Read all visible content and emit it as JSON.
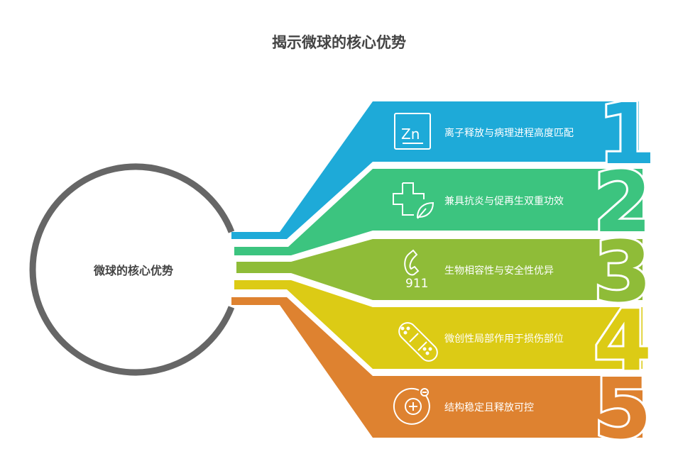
{
  "title": "揭示微球的核心优势",
  "center_label": "微球的核心优势",
  "items": [
    {
      "number": "1",
      "label": "离子释放与病理进程高度匹配",
      "icon": "zinc-element-icon",
      "icon_text": "Zn",
      "color": "#1eaad8"
    },
    {
      "number": "2",
      "label": "兼具抗炎与促再生双重功效",
      "icon": "medical-cross-leaf-icon",
      "color": "#3cc47f"
    },
    {
      "number": "3",
      "label": "生物相容性与安全性优异",
      "icon": "emergency-phone-icon",
      "icon_text": "911",
      "color": "#8fbc38"
    },
    {
      "number": "4",
      "label": "微创性局部作用于损伤部位",
      "icon": "bandage-icon",
      "color": "#dccb15"
    },
    {
      "number": "5",
      "label": "结构稳定且释放可控",
      "icon": "ion-charge-icon",
      "color": "#de8230"
    }
  ],
  "circle_color": "#666666"
}
